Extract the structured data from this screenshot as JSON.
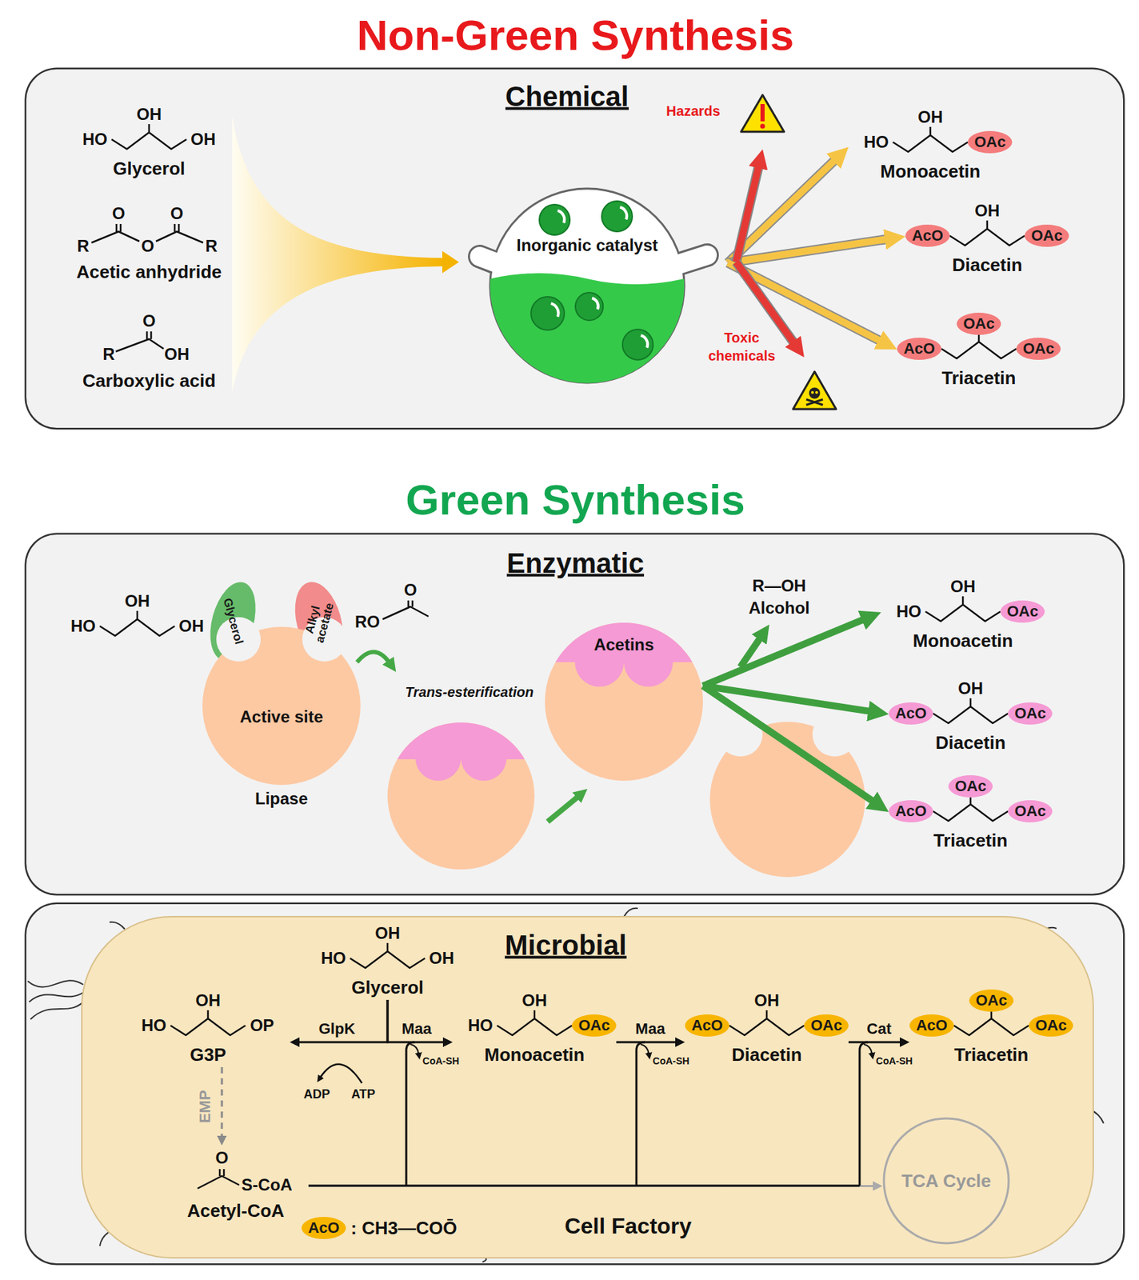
{
  "diagram": {
    "title": "Non-Green Synthesis",
    "nodes": [
      {
        "text": [
          "Chemical"
        ]
      },
      {
        "text": [
          "HO",
          "OH",
          "OH",
          "Glycerol"
        ],
        "in": 0
      },
      {
        "text": [
          "O",
          "O",
          "R",
          "O",
          "R",
          "Acetic anhydride"
        ],
        "in": 0
      },
      {
        "text": [
          "O",
          "R",
          "OH",
          "Carboxylic acid"
        ],
        "in": 0
      },
      {
        "text": [
          "Inorganic catalyst"
        ],
        "in": 0
      },
      {
        "text": [
          "HO",
          "OH",
          "Monoacetin"
        ],
        "in": 0
      },
      {
        "text": [
          "OAc"
        ],
        "in": 5
      },
      {
        "text": [
          "OH",
          "Diacetin"
        ],
        "in": 0
      },
      {
        "text": [
          "AcO"
        ],
        "in": 7
      },
      {
        "text": [
          "OAc"
        ],
        "in": 7
      },
      {
        "text": [
          "Triacetin"
        ],
        "in": 0
      },
      {
        "text": [
          "OAc"
        ],
        "in": 10
      },
      {
        "text": [
          "AcO"
        ],
        "in": 10
      },
      {
        "text": [
          "OAc"
        ],
        "in": 10
      },
      {
        "text": [
          "Enzymatic"
        ]
      },
      {
        "text": [
          "HO",
          "OH",
          "OH"
        ],
        "in": 14
      },
      {
        "text": [
          "Glycerol"
        ],
        "in": 14
      },
      {
        "text": [
          "Alkyl acetate"
        ],
        "in": 14
      },
      {
        "text": [
          "O",
          "RO"
        ],
        "in": 14
      },
      {
        "text": [
          "Active site",
          "Lipase"
        ],
        "in": 14
      },
      {
        "text": [
          "Acetins"
        ],
        "in": 14
      },
      {
        "text": [
          "HO",
          "OH",
          "Monoacetin"
        ],
        "in": 14
      },
      {
        "text": [
          "OAc"
        ],
        "in": 21
      },
      {
        "text": [
          "OH",
          "Diacetin"
        ],
        "in": 14
      },
      {
        "text": [
          "AcO"
        ],
        "in": 23
      },
      {
        "text": [
          "OAc"
        ],
        "in": 23
      },
      {
        "text": [
          "Triacetin"
        ],
        "in": 14
      },
      {
        "text": [
          "OAc"
        ],
        "in": 26
      },
      {
        "text": [
          "AcO"
        ],
        "in": 26
      },
      {
        "text": [
          "OAc"
        ],
        "in": 26
      },
      {
        "text": [
          "Microbial"
        ]
      },
      {
        "text": [
          "Cell Factory"
        ],
        "in": 30
      },
      {
        "text": [
          "HO",
          "OH",
          "OH",
          "Glycerol"
        ],
        "in": 31
      },
      {
        "text": [
          "HO",
          "OH",
          "OP",
          "G3P"
        ],
        "in": 31
      },
      {
        "text": [
          "HO",
          "OH",
          "Monoacetin"
        ],
        "in": 31
      },
      {
        "text": [
          "OAc"
        ],
        "in": 34
      },
      {
        "text": [
          "OH",
          "Diacetin"
        ],
        "in": 31
      },
      {
        "text": [
          "AcO"
        ],
        "in": 36
      },
      {
        "text": [
          "OAc"
        ],
        "in": 36
      },
      {
        "text": [
          "Triacetin"
        ],
        "in": 31
      },
      {
        "text": [
          "OAc"
        ],
        "in": 39
      },
      {
        "text": [
          "AcO"
        ],
        "in": 39
      },
      {
        "text": [
          "OAc"
        ],
        "in": 39
      },
      {
        "text": [
          "O",
          "S-CoA",
          "Acetyl-CoA"
        ],
        "in": 31
      },
      {
        "text": [
          "TCA Cycle"
        ],
        "in": 31
      },
      {
        "text": [
          "AcO"
        ],
        "in": 31
      }
    ],
    "edges": [
      {
        "from": 4,
        "to": 5,
        "arrow": "to"
      },
      {
        "from": 4,
        "to": 7,
        "arrow": "to"
      },
      {
        "from": 4,
        "to": 10,
        "arrow": "to"
      },
      {
        "from": 20,
        "to": 21,
        "arrow": "to"
      },
      {
        "from": 20,
        "to": 23,
        "arrow": "to"
      },
      {
        "from": 20,
        "to": 26,
        "arrow": "to"
      },
      {
        "from": 32,
        "to": 33,
        "label": "GlpK",
        "arrow": "to"
      },
      {
        "from": 32,
        "to": 34,
        "label": "Maa",
        "arrow": "to"
      },
      {
        "from": 34,
        "to": 36,
        "label": "Maa",
        "arrow": "to"
      },
      {
        "from": 36,
        "to": 39,
        "label": "Cat",
        "arrow": "to"
      },
      {
        "from": 33,
        "to": 43,
        "label": "EMP",
        "arrow": "to"
      },
      {
        "from": 43,
        "to": 44,
        "arrow": "to"
      }
    ],
    "labels": [
      "Green Synthesis",
      "Hazards",
      "Toxic chemicals",
      "Trans-esterification",
      "R—OH",
      "Alcohol",
      "ADP",
      "ATP",
      "CoA-SH",
      "CoA-SH",
      "CoA-SH",
      ": CH3—COŌ"
    ]
  }
}
